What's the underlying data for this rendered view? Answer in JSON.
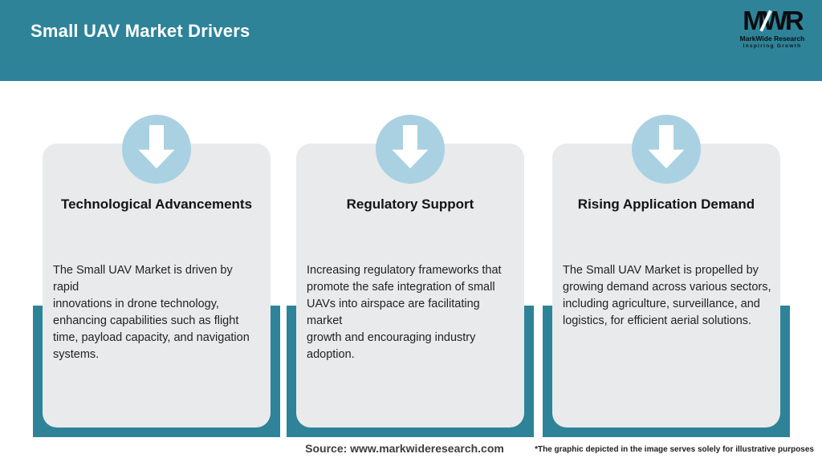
{
  "header": {
    "title": "Small UAV Market Drivers",
    "background_color": "#2e8399"
  },
  "logo": {
    "monogram": "MWR",
    "company": "MarkWide Research",
    "tagline": "Inspiring Growth"
  },
  "cards": [
    {
      "icon": "down-arrow-icon",
      "title": "Technological Advancements",
      "description": "The Small UAV Market is driven by rapid\ninnovations in drone technology,\nenhancing capabilities such as flight\ntime, payload capacity, and navigation\nsystems."
    },
    {
      "icon": "down-arrow-icon",
      "title": "Regulatory Support",
      "description": "Increasing regulatory frameworks that\npromote the safe integration of small\nUAVs into airspace are facilitating market\ngrowth and encouraging industry\nadoption."
    },
    {
      "icon": "down-arrow-icon",
      "title": "Rising Application Demand",
      "description": "The Small UAV Market is propelled by\ngrowing demand across various sectors,\nincluding agriculture, surveillance, and\nlogistics, for efficient aerial solutions."
    }
  ],
  "footer": {
    "source": "Source: www.markwideresearch.com",
    "disclaimer": "*The graphic depicted in the image serves solely for illustrative purposes"
  },
  "colors": {
    "teal": "#2e8399",
    "card_background": "#e9eaec",
    "circle_blue": "#a9d1e2",
    "arrow_white": "#ffffff"
  }
}
